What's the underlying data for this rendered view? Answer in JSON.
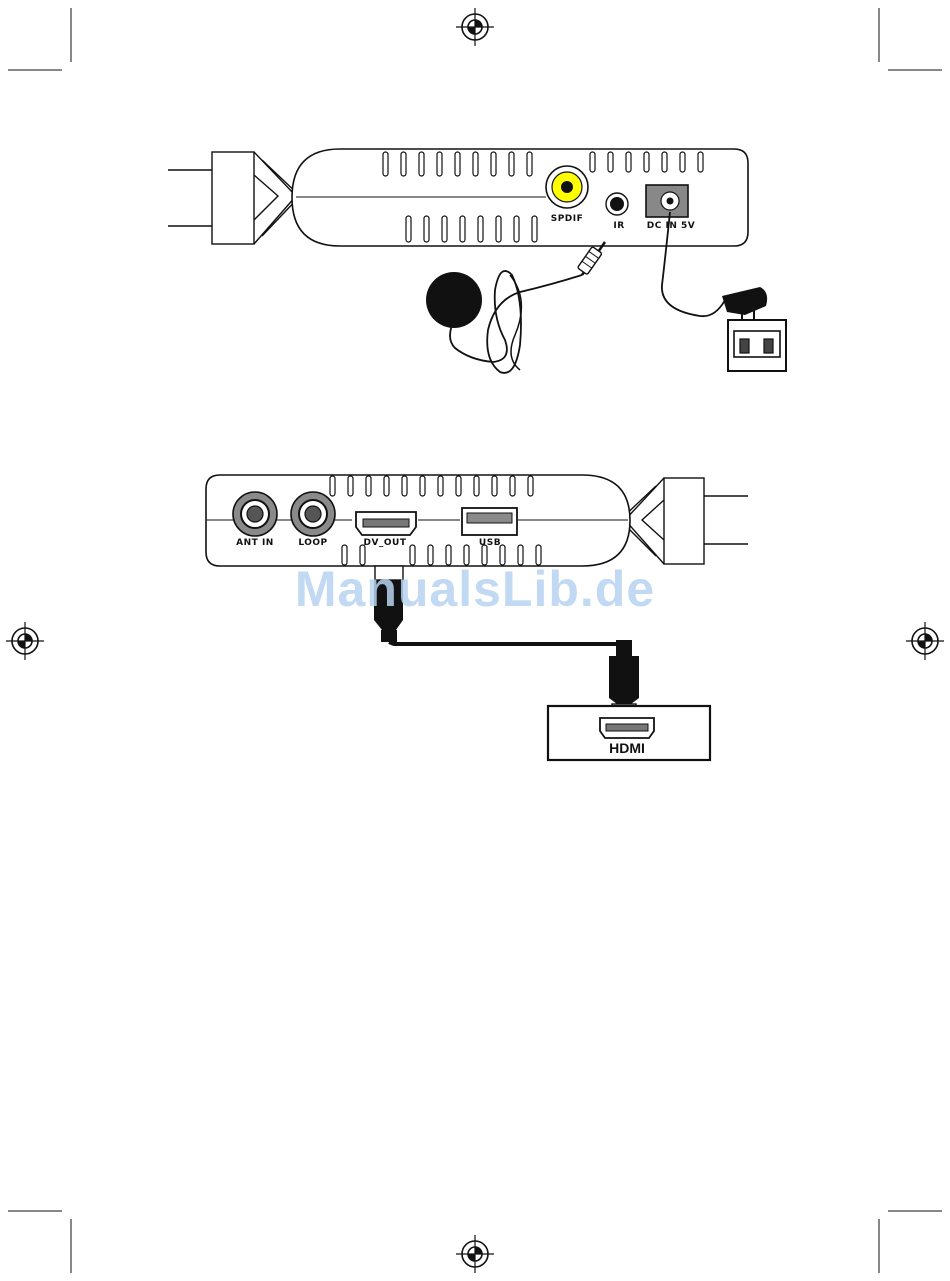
{
  "top_panel": {
    "labels": {
      "spdif": "SPDIF",
      "ir": "IR",
      "dc_in": "DC IN 5V"
    }
  },
  "bottom_panel": {
    "labels": {
      "ant_in": "ANT IN",
      "loop": "LOOP",
      "dv_out": "DV_OUT",
      "usb": "USB"
    }
  },
  "tv": {
    "hdmi_label": "HDMI"
  },
  "watermark": {
    "text": "ManualsLib.de"
  },
  "colors": {
    "spdif_jack": "#ffff00",
    "watermark": "#b7d3f0",
    "line": "#111111"
  }
}
